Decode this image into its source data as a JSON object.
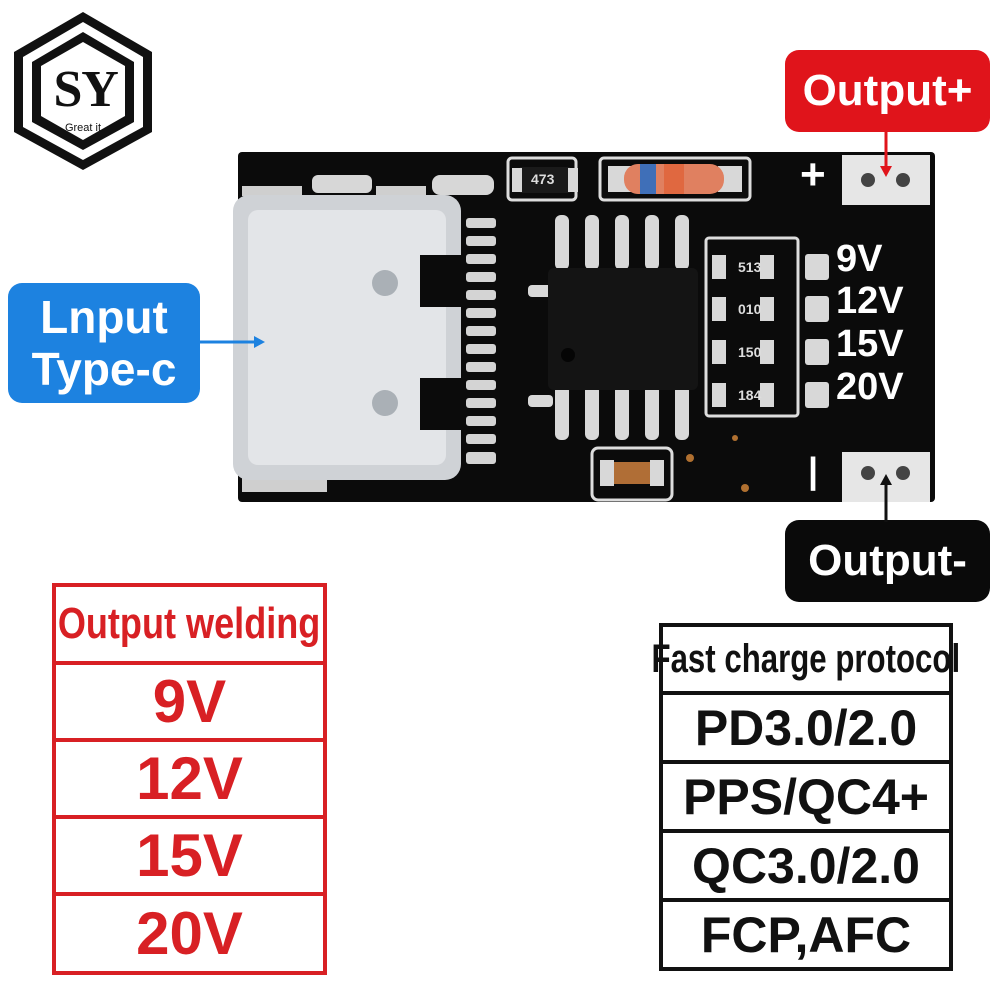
{
  "logo": {
    "letters": "SY",
    "tagline": "Great it"
  },
  "callouts": {
    "output_plus": "Output+",
    "output_minus": "Output-",
    "input_line1": "Lnput",
    "input_line2": "Type-c"
  },
  "board": {
    "silkscreen": {
      "plus": "+",
      "minus": "|",
      "v9": "9V",
      "v12": "12V",
      "v15": "15V",
      "v20": "20V"
    },
    "resistor_codes": [
      "473",
      "513",
      "010",
      "150",
      "184"
    ]
  },
  "voltage_table": {
    "header": "Output  welding",
    "rows": [
      "9V",
      "12V",
      "15V",
      "20V"
    ]
  },
  "protocol_table": {
    "header": "Fast charge protocol",
    "rows": [
      "PD3.0/2.0",
      "PPS/QC4+",
      "QC3.0/2.0",
      "FCP,AFC"
    ]
  },
  "colors": {
    "red_accent": "#e0141b",
    "blue_accent": "#1d82e0",
    "pcb": "#0b0b0b",
    "table_red": "#d82024"
  }
}
